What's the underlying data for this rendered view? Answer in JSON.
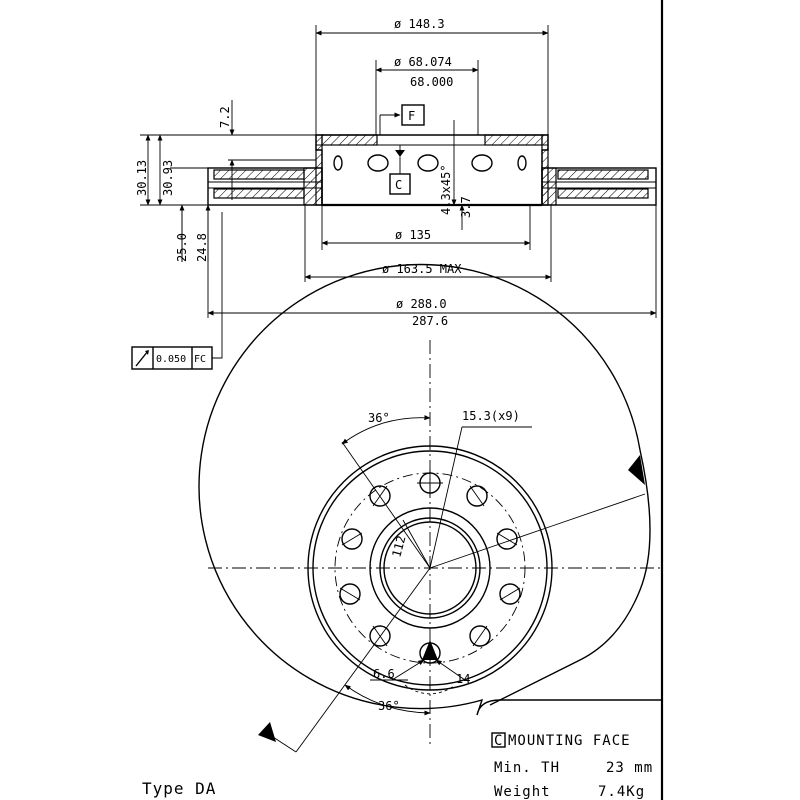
{
  "section": {
    "dia_148": "ø 148.3",
    "dia_68074": "ø 68.074",
    "dia_68000": "68.000",
    "dia_135": "ø 135",
    "dia_163": "ø 163.5 MAX",
    "dia_288": "ø 288.0",
    "dia_2876": "287.6",
    "h_72": "7.2",
    "h_3013": "30.13",
    "h_3093": "30.93",
    "h_250": "25.0",
    "h_248": "24.8",
    "chamfer": "4.3x45°",
    "h_37": "3.7",
    "datum_f": "F",
    "datum_c": "C"
  },
  "tolerance_frame": {
    "value": "0.050",
    "datums": "FC"
  },
  "plan": {
    "angle_top": "36°",
    "angle_bottom": "36°",
    "holes": "15.3(x9)",
    "pcd": "112",
    "d_66": "6.6",
    "d_14": "14"
  },
  "notes": {
    "type": "Type DA",
    "mounting_box": "C",
    "mounting": "MOUNTING FACE",
    "min_th_label": "Min. TH",
    "min_th_value": "23 mm",
    "weight_label": "Weight",
    "weight_value": "7.4Kg"
  }
}
